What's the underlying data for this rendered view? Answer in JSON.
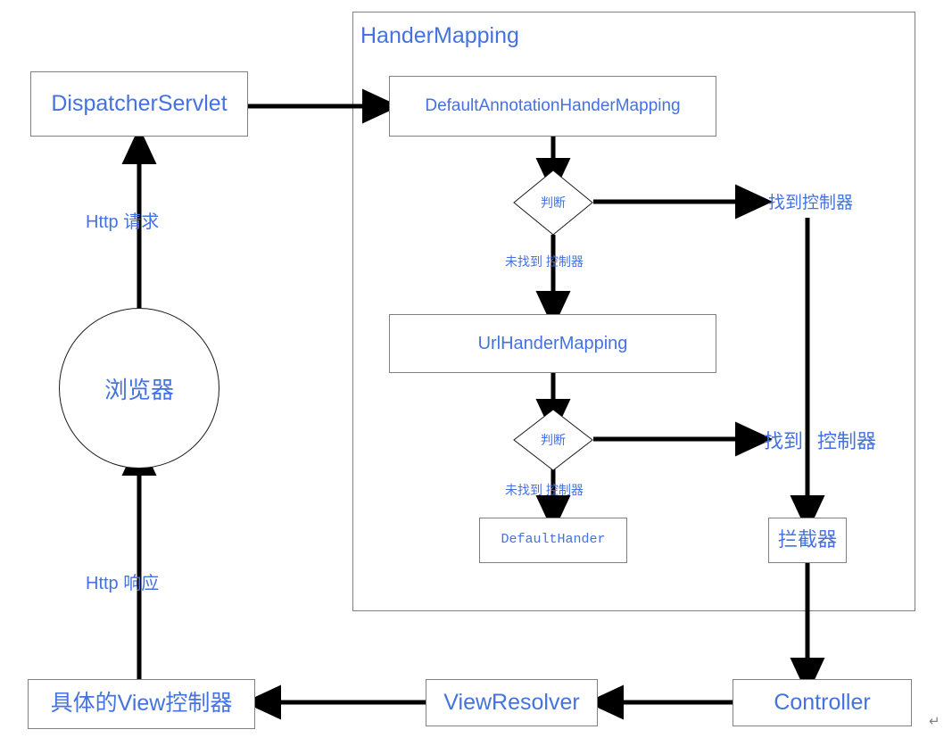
{
  "diagram": {
    "title_group": "HanderMapping",
    "accent_color": "#4472e0",
    "line_color": "#000000",
    "box_border_color": "#7f7f7f",
    "nodes": {
      "dispatcher_servlet": "DispatcherServlet",
      "browser": "浏览器",
      "default_annotation_hander_mapping": "DefaultAnnotationHanderMapping",
      "url_hander_mapping": "UrlHanderMapping",
      "default_hander": "DefaultHander",
      "interceptor": "拦截器",
      "controller": "Controller",
      "view_resolver": "ViewResolver",
      "concrete_view": "具体的View控制器",
      "decision_one": "判断",
      "decision_two": "判断"
    },
    "edge_labels": {
      "http_request": "Http 请求",
      "http_response": "Http 响应",
      "not_found_controller_1": "未找到 控制器",
      "not_found_controller_2": "未找到 控制器",
      "found_controller_1": "找到控制器",
      "found_controller_2_left": "找到",
      "found_controller_2_right": "控制器"
    },
    "marks": {
      "paragraph_mark": "↵"
    }
  }
}
